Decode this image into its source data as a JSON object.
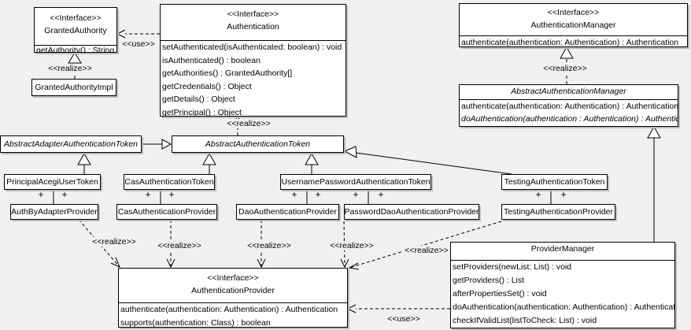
{
  "diagram": {
    "background_color": "#f0f0f0",
    "box_fill_color": "#ffffff",
    "line_color": "#000000"
  },
  "boxes": {
    "granted_authority": {
      "stereotype": "<<Interface>>",
      "name": "GrantedAuthority",
      "methods": [
        "getAuthority() : String"
      ]
    },
    "granted_authority_impl": {
      "name": "GrantedAuthorityImpl"
    },
    "authentication": {
      "stereotype": "<<Interface>>",
      "name": "Authentication",
      "methods": [
        "setAuthenticated(isAuthenticated: boolean) : void",
        "isAuthenticated() : boolean",
        "getAuthorities() : GrantedAuthority[]",
        "getCredentials() : Object",
        "getDetails() : Object",
        "getPrincipal() : Object"
      ]
    },
    "authentication_manager": {
      "stereotype": "<<Interface>>",
      "name": "AuthenticationManager",
      "methods": [
        "authenticate(authentication: Authentication) : Authentication"
      ]
    },
    "abstract_authentication_manager": {
      "name": "AbstractAuthenticationManager",
      "methods": [
        "authenticate(authentication: Authentication) : Authentication",
        "doAuthentication(authentication : Authentication) : Authentication"
      ]
    },
    "abstract_adapter_authentication_token": {
      "name": "AbstractAdapterAuthenticationToken"
    },
    "abstract_authentication_token": {
      "name": "AbstractAuthenticationToken"
    },
    "principal_acegi_user_token": {
      "name": "PrincipalAcegiUserToken"
    },
    "cas_authentication_token": {
      "name": "CasAuthenticationToken"
    },
    "username_password_authentication_token": {
      "name": "UsernamePasswordAuthenticationToken"
    },
    "testing_authentication_token": {
      "name": "TestingAuthenticationToken"
    },
    "auth_by_adapter_provider": {
      "name": "AuthByAdapterProvider"
    },
    "cas_authentication_provider": {
      "name": "CasAuthenticationProvider"
    },
    "dao_authentication_provider": {
      "name": "DaoAuthenticationProvider"
    },
    "password_dao_authentication_provider": {
      "name": "PasswordDaoAuthenticationProvider"
    },
    "testing_authentication_provider": {
      "name": "TestingAuthenticationProvider"
    },
    "authentication_provider": {
      "stereotype": "<<Interface>>",
      "name": "AuthenticationProvider",
      "methods": [
        "authenticate(authentication: Authentication) : Authentication",
        "supports(authentication: Class) : boolean"
      ]
    },
    "provider_manager": {
      "name": "ProviderManager",
      "methods": [
        "setProviders(newList: List) : void",
        "getProviders() : List",
        "afterPropertiesSet() : void",
        "doAuthentication(authentication: Authentication) : Authentication",
        "checkIfValidList(listToCheck: List) : void"
      ]
    }
  },
  "edge_labels": {
    "use_granted_authority": "<<use>>",
    "realize_granted_authority": "<<realize>>",
    "realize_authentication": "<<realize>>",
    "realize_authentication_manager": "<<realize>>",
    "realize_auth_by_adapter": "<<realize>>",
    "realize_cas": "<<realize>>",
    "realize_dao": "<<realize>>",
    "realize_password_dao": "<<realize>>",
    "realize_testing": "<<realize>>",
    "use_provider_manager": "<<use>>"
  },
  "symbols": {
    "plus": "+"
  }
}
